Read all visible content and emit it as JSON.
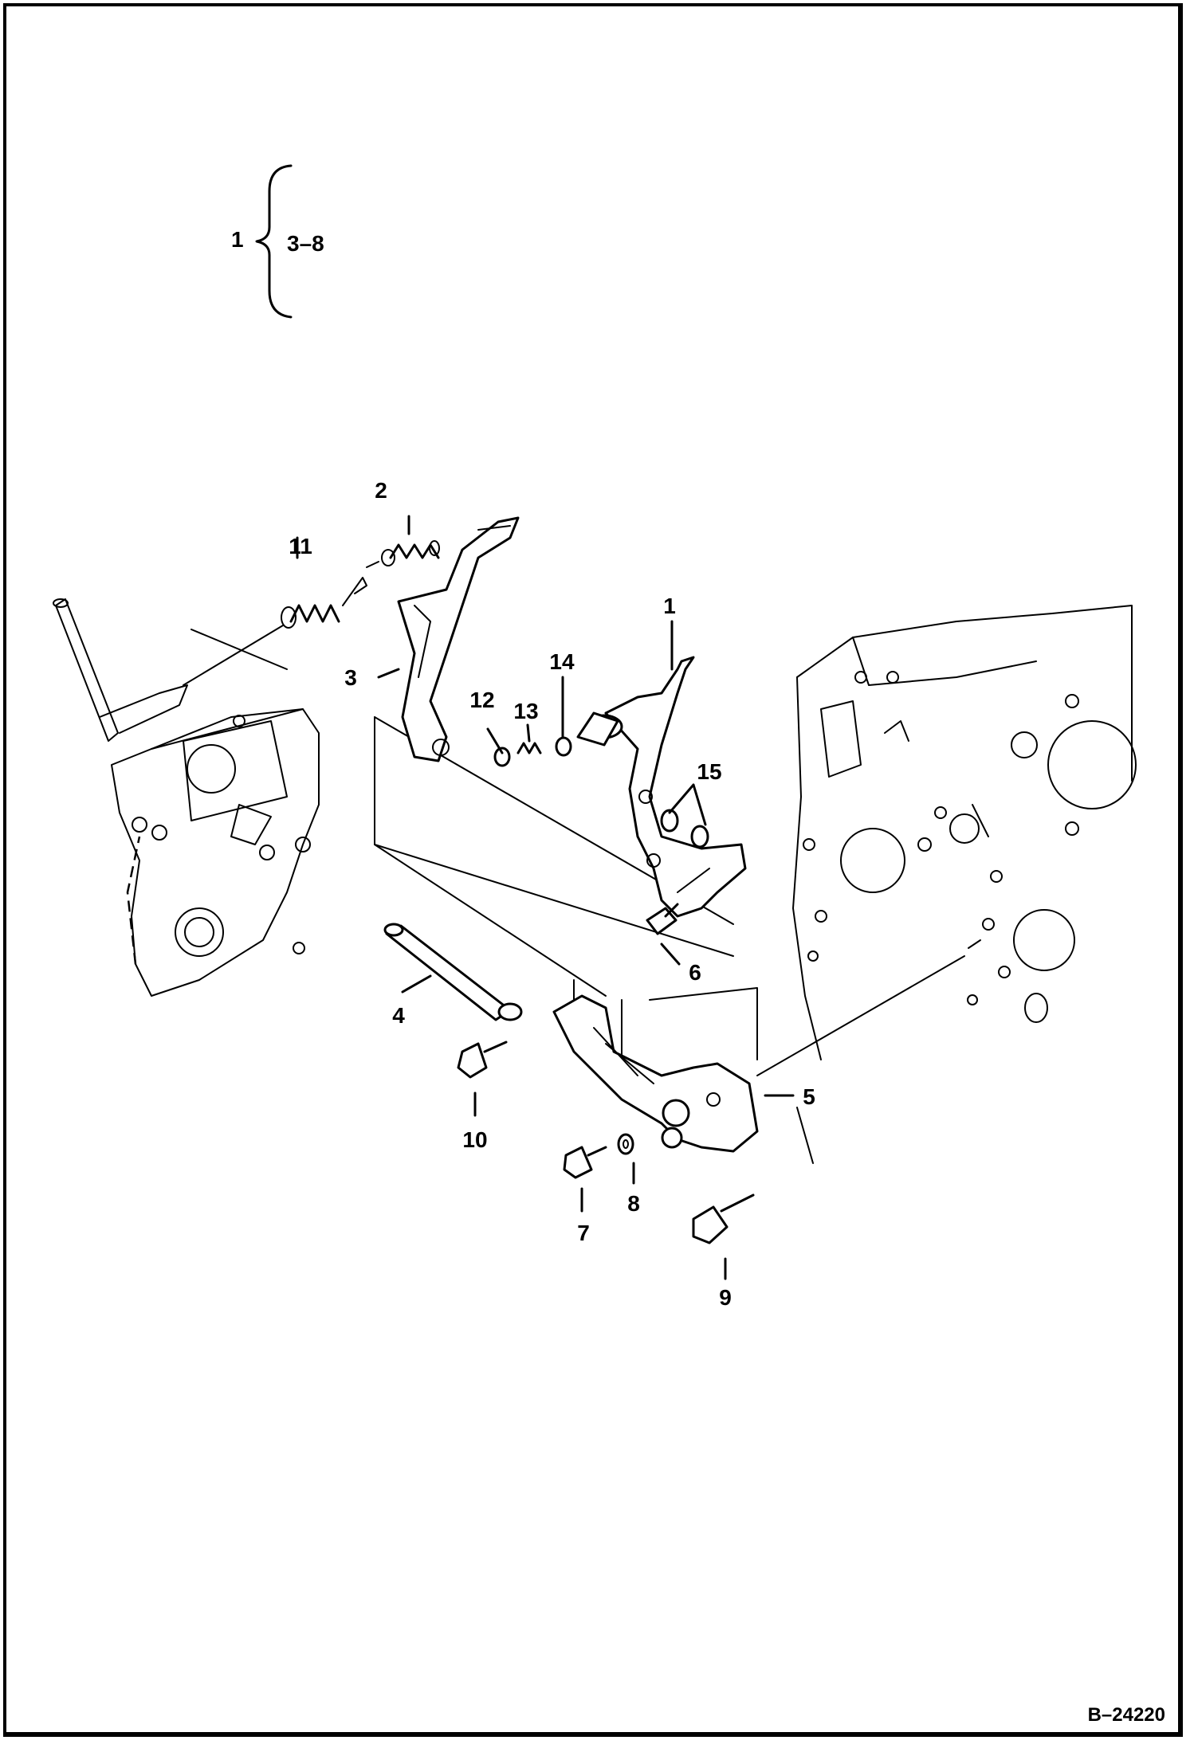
{
  "assembly_bracket": {
    "parent": "1",
    "range": "3–8"
  },
  "callouts": {
    "c1": "1",
    "c2": "2",
    "c3": "3",
    "c4": "4",
    "c5": "5",
    "c6": "6",
    "c7": "7",
    "c8": "8",
    "c9": "9",
    "c10": "10",
    "c11": "11",
    "c12": "12",
    "c13": "13",
    "c14": "14",
    "c15": "15"
  },
  "figure_id": "B–24220"
}
